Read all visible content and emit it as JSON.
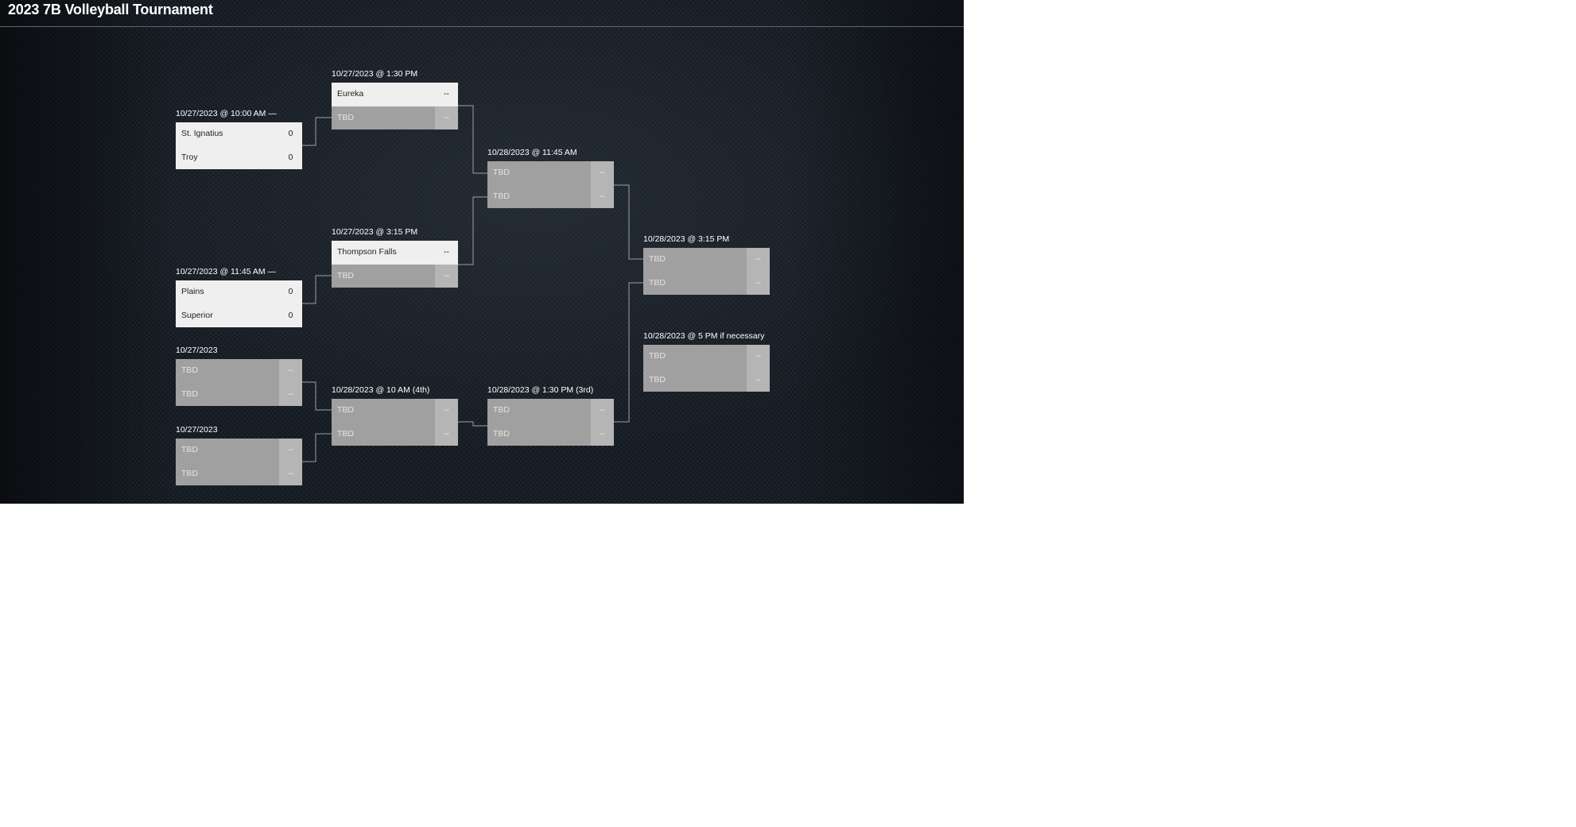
{
  "title": "2023 7B Volleyball Tournament",
  "matches": [
    {
      "id": "m1",
      "label": "10/27/2023 @ 10:00 AM —",
      "teams": [
        {
          "name": "St. Ignatius",
          "score": "0",
          "status": "known"
        },
        {
          "name": "Troy",
          "score": "0",
          "status": "known"
        }
      ]
    },
    {
      "id": "m2",
      "label": "10/27/2023 @ 11:45 AM —",
      "teams": [
        {
          "name": "Plains",
          "score": "0",
          "status": "known"
        },
        {
          "name": "Superior",
          "score": "0",
          "status": "known"
        }
      ]
    },
    {
      "id": "m3",
      "label": "10/27/2023",
      "teams": [
        {
          "name": "TBD",
          "score": "--",
          "status": "tbd"
        },
        {
          "name": "TBD",
          "score": "--",
          "status": "tbd"
        }
      ]
    },
    {
      "id": "m4",
      "label": "10/27/2023",
      "teams": [
        {
          "name": "TBD",
          "score": "--",
          "status": "tbd"
        },
        {
          "name": "TBD",
          "score": "--",
          "status": "tbd"
        }
      ]
    },
    {
      "id": "m5",
      "label": "10/27/2023 @ 1:30 PM",
      "teams": [
        {
          "name": "Eureka",
          "score": "--",
          "status": "known"
        },
        {
          "name": "TBD",
          "score": "--",
          "status": "tbd"
        }
      ]
    },
    {
      "id": "m6",
      "label": "10/27/2023 @ 3:15 PM",
      "teams": [
        {
          "name": "Thompson Falls",
          "score": "--",
          "status": "known"
        },
        {
          "name": "TBD",
          "score": "--",
          "status": "tbd"
        }
      ]
    },
    {
      "id": "m7",
      "label": "10/28/2023 @ 10 AM (4th)",
      "teams": [
        {
          "name": "TBD",
          "score": "--",
          "status": "tbd"
        },
        {
          "name": "TBD",
          "score": "--",
          "status": "tbd"
        }
      ]
    },
    {
      "id": "m8",
      "label": "10/28/2023 @ 11:45 AM",
      "teams": [
        {
          "name": "TBD",
          "score": "--",
          "status": "tbd"
        },
        {
          "name": "TBD",
          "score": "--",
          "status": "tbd"
        }
      ]
    },
    {
      "id": "m9",
      "label": "10/28/2023 @ 1:30 PM (3rd)",
      "teams": [
        {
          "name": "TBD",
          "score": "--",
          "status": "tbd"
        },
        {
          "name": "TBD",
          "score": "--",
          "status": "tbd"
        }
      ]
    },
    {
      "id": "m10",
      "label": "10/28/2023 @ 3:15 PM",
      "teams": [
        {
          "name": "TBD",
          "score": "--",
          "status": "tbd"
        },
        {
          "name": "TBD",
          "score": "--",
          "status": "tbd"
        }
      ]
    },
    {
      "id": "m11",
      "label": "10/28/2023 @ 5 PM if necessary",
      "teams": [
        {
          "name": "TBD",
          "score": "--",
          "status": "tbd"
        },
        {
          "name": "TBD",
          "score": "--",
          "status": "tbd"
        }
      ]
    }
  ]
}
